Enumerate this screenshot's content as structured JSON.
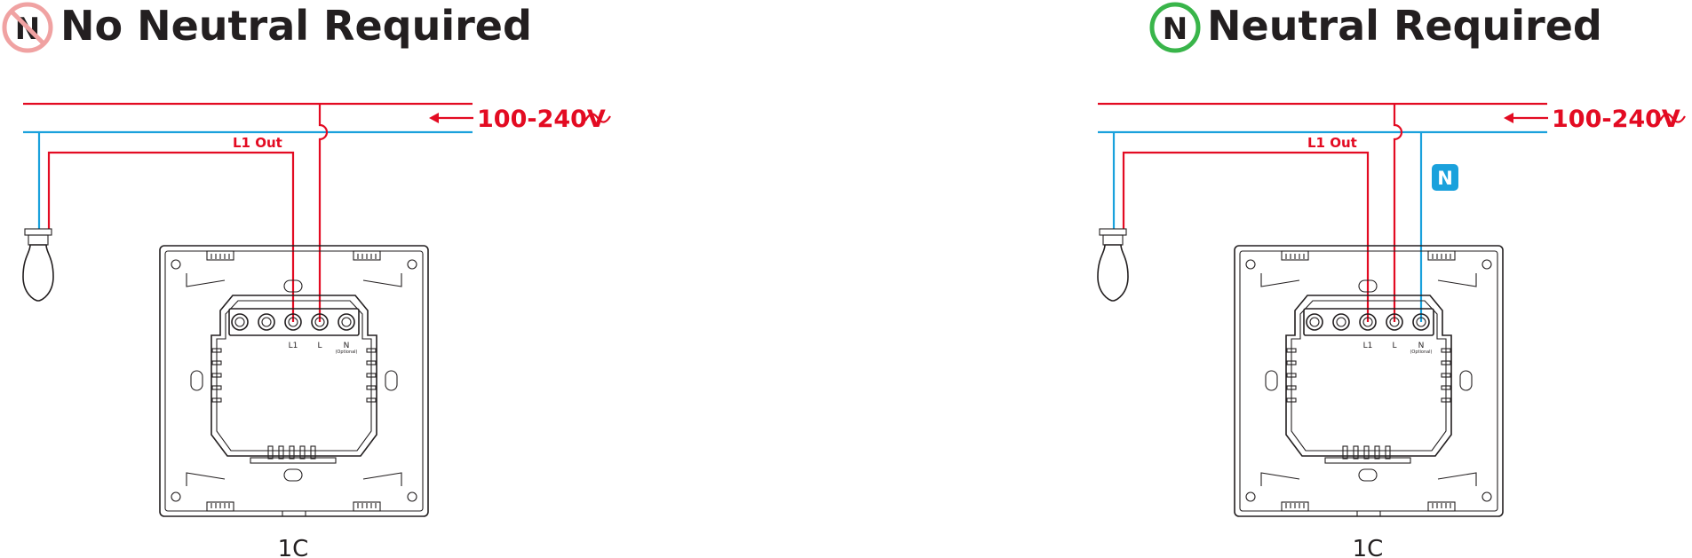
{
  "colors": {
    "live_wire": "#e30b22",
    "neutral_wire": "#1aa1dc",
    "no_neutral_badge": "#f0a2a2",
    "neutral_badge": "#39b54a",
    "outline": "#231f20"
  },
  "left": {
    "badge_icon": "no-neutral-icon",
    "badge_letter": "N",
    "title": "No Neutral Required",
    "voltage": "100-240V",
    "voltage_symbol": "~",
    "out_label": "L1 Out",
    "terminals": {
      "l1": "L1",
      "l": "L",
      "n": "N",
      "n_note": "(Optional)"
    },
    "model": "1C"
  },
  "right": {
    "badge_icon": "neutral-icon",
    "badge_letter": "N",
    "title": "Neutral Required",
    "voltage": "100-240V",
    "voltage_symbol": "~",
    "out_label": "L1 Out",
    "terminals": {
      "l1": "L1",
      "l": "L",
      "n": "N",
      "n_note": "(Optional)"
    },
    "neutral_tag": "N",
    "model": "1C"
  }
}
